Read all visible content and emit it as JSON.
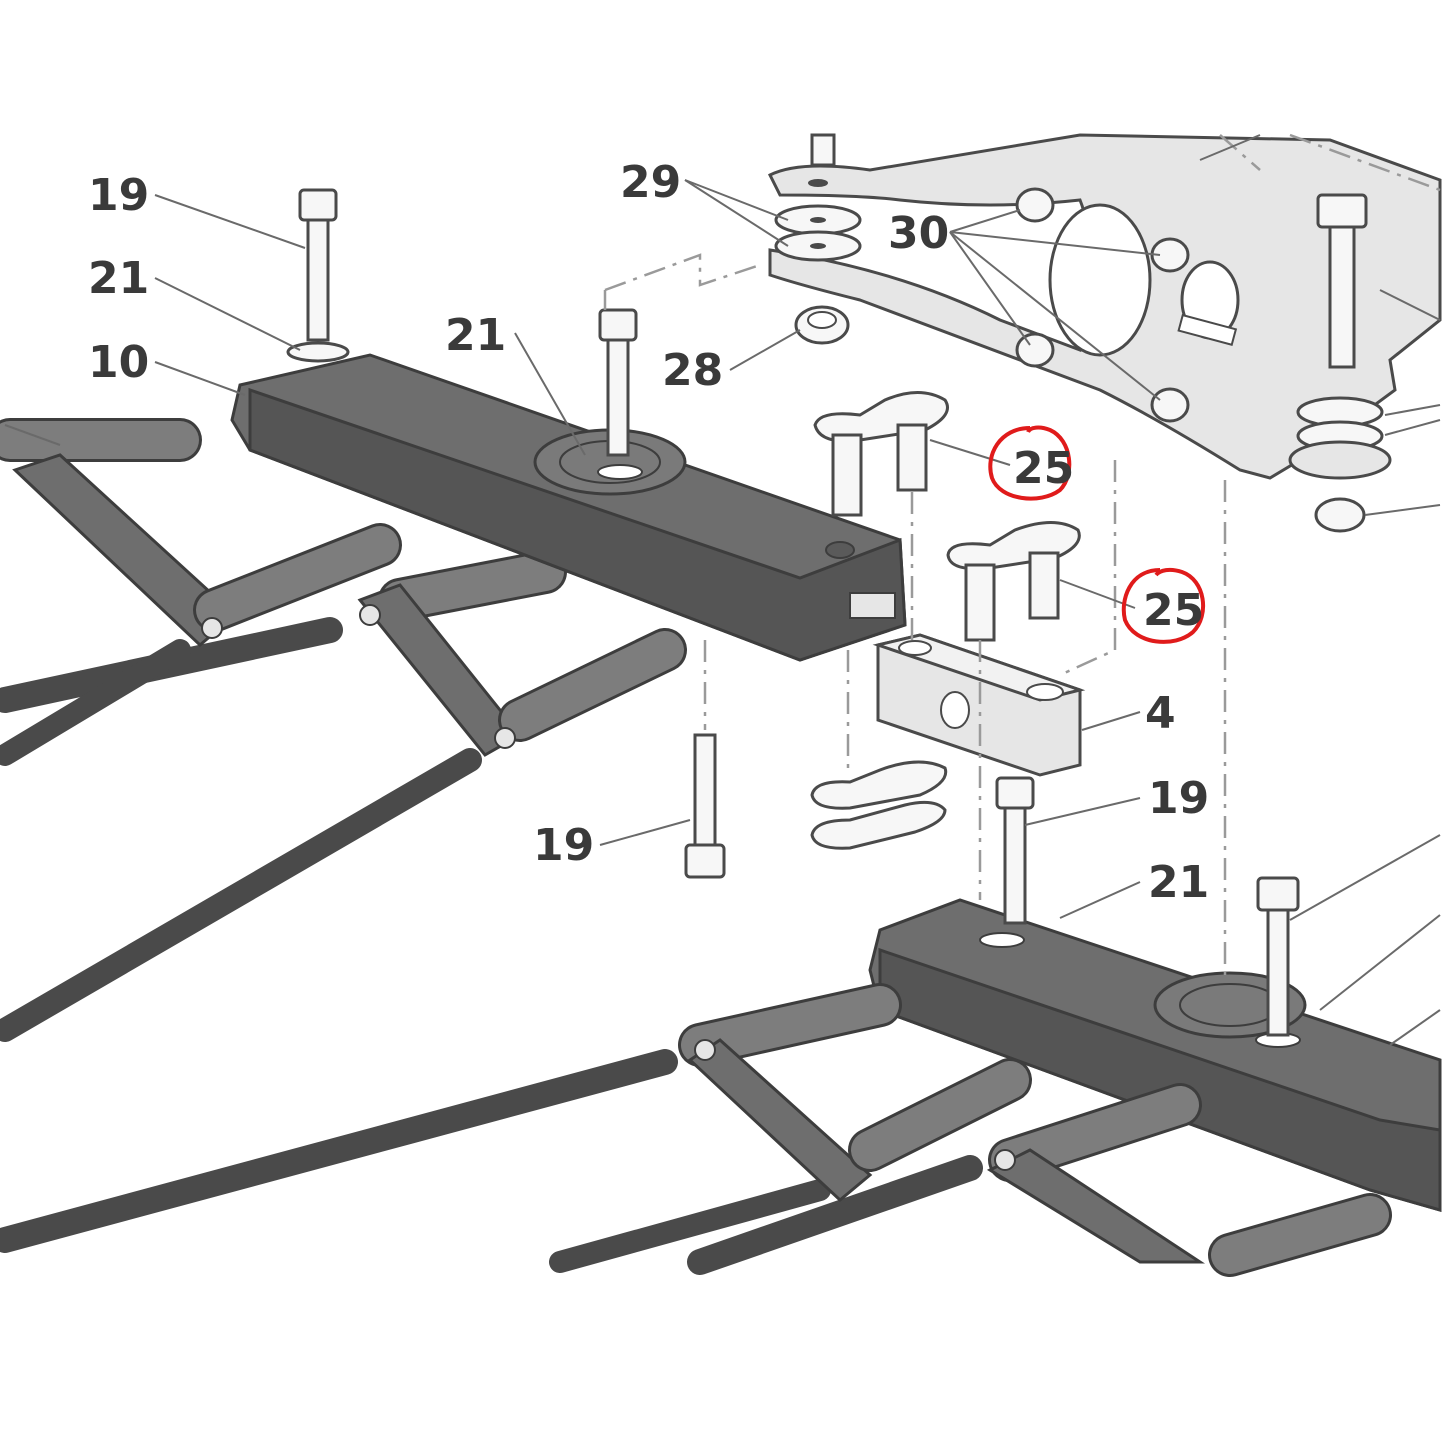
{
  "callouts": {
    "c19_top_left": "19",
    "c21_top_left": "21",
    "c10": "10",
    "c21_center": "21",
    "c29": "29",
    "c30": "30",
    "c28": "28",
    "c25_upper": "25",
    "c25_lower": "25",
    "c4": "4",
    "c19_right": "19",
    "c19_bottom": "19",
    "c21_bottom_right": "21"
  },
  "highlights": {
    "color": "#e01b1b",
    "marked_callouts": [
      "c25_upper",
      "c25_lower"
    ]
  },
  "colors": {
    "dark_part": "#6e6e6e",
    "rod": "#4a4a4a",
    "light_part": "#e6e6e6",
    "label": "#3a3a3a"
  }
}
